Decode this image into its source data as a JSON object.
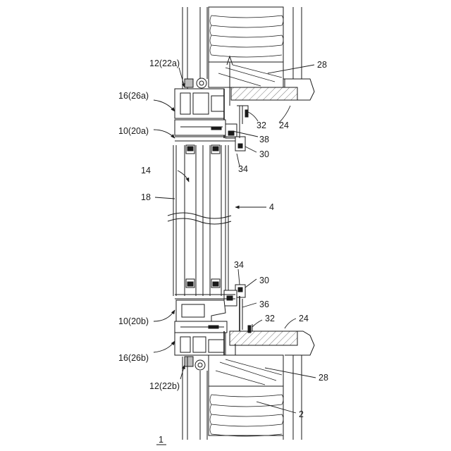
{
  "labels": {
    "l12a": "12(22a)",
    "l16a": "16(26a)",
    "l10a": "10(20a)",
    "l14": "14",
    "l18": "18",
    "l4": "4",
    "l28top": "28",
    "l32top": "32",
    "l24top": "24",
    "l38": "38",
    "l30top": "30",
    "l34top": "34",
    "l34bot": "34",
    "l30bot": "30",
    "l36": "36",
    "l10b": "10(20b)",
    "l32bot": "32",
    "l24bot": "24",
    "l16b": "16(26b)",
    "l28bot": "28",
    "l12b": "12(22b)",
    "l2": "2",
    "fig": "1"
  }
}
